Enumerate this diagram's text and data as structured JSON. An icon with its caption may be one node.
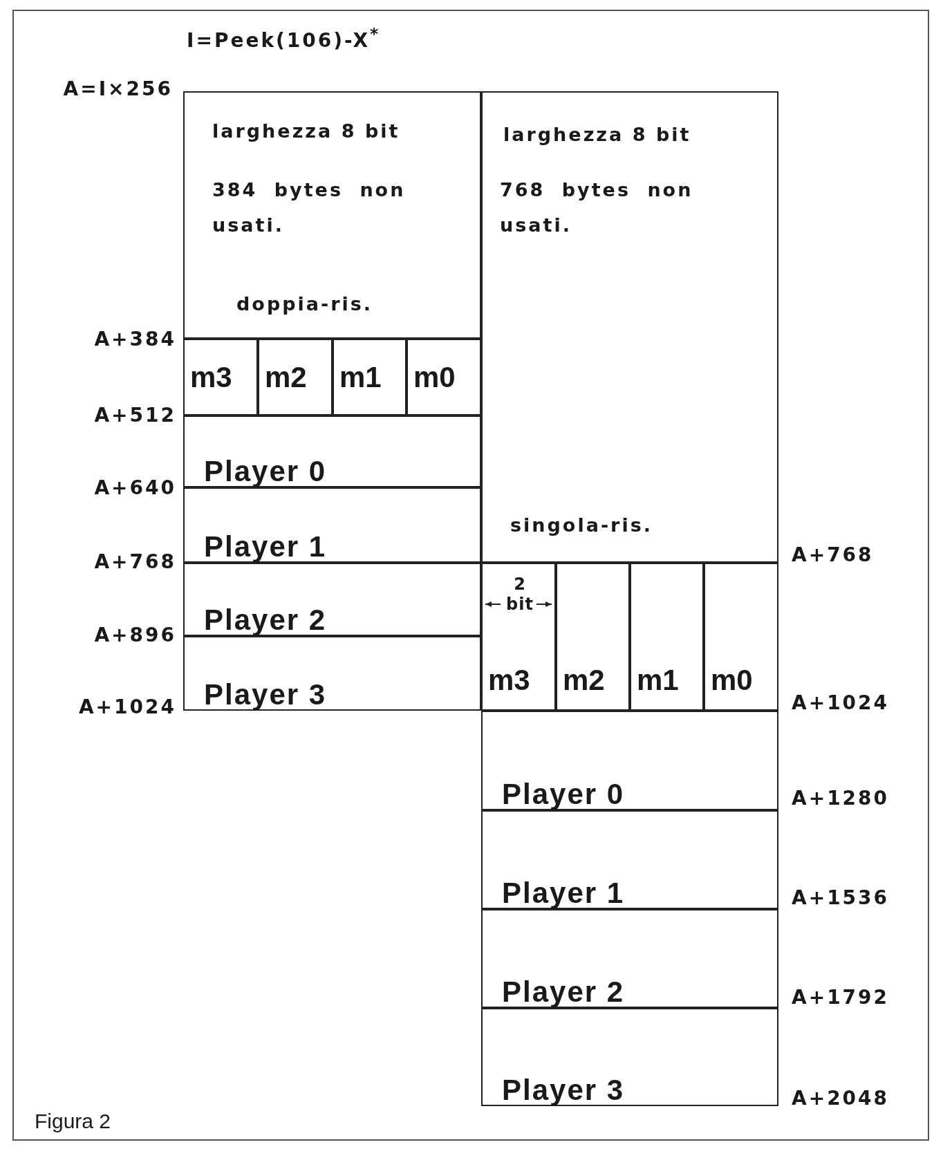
{
  "diagram": {
    "caption": "Figura 2",
    "nodes": [
      {
        "text": [
          "larghezza 8 bit",
          "384 bytes non usati.",
          "doppia-ris."
        ]
      },
      {
        "text": [
          "m3"
        ]
      },
      {
        "text": [
          "m2"
        ]
      },
      {
        "text": [
          "m1"
        ]
      },
      {
        "text": [
          "m0"
        ]
      },
      {
        "text": [
          "Player 0"
        ]
      },
      {
        "text": [
          "Player 1"
        ]
      },
      {
        "text": [
          "Player 2"
        ]
      },
      {
        "text": [
          "Player 3"
        ]
      },
      {
        "text": [
          "larghezza 8 bit",
          "768 bytes non usati.",
          "singola-ris."
        ]
      },
      {
        "text": [
          "m3"
        ]
      },
      {
        "text": [
          "m2"
        ]
      },
      {
        "text": [
          "m1"
        ]
      },
      {
        "text": [
          "m0"
        ]
      },
      {
        "text": [
          "Player 0"
        ]
      },
      {
        "text": [
          "Player 1"
        ]
      },
      {
        "text": [
          "Player 2"
        ]
      },
      {
        "text": [
          "Player 3"
        ]
      }
    ],
    "edges": [],
    "labels": [
      "I=Peek(106)-X$^{*}$",
      "A=I×256",
      "A+384",
      "A+512",
      "A+640",
      "A+768",
      "A+896",
      "A+1024",
      "A+768",
      "2 bit",
      "A+1024",
      "A+1280",
      "A+1536",
      "A+1792",
      "A+2048"
    ]
  }
}
